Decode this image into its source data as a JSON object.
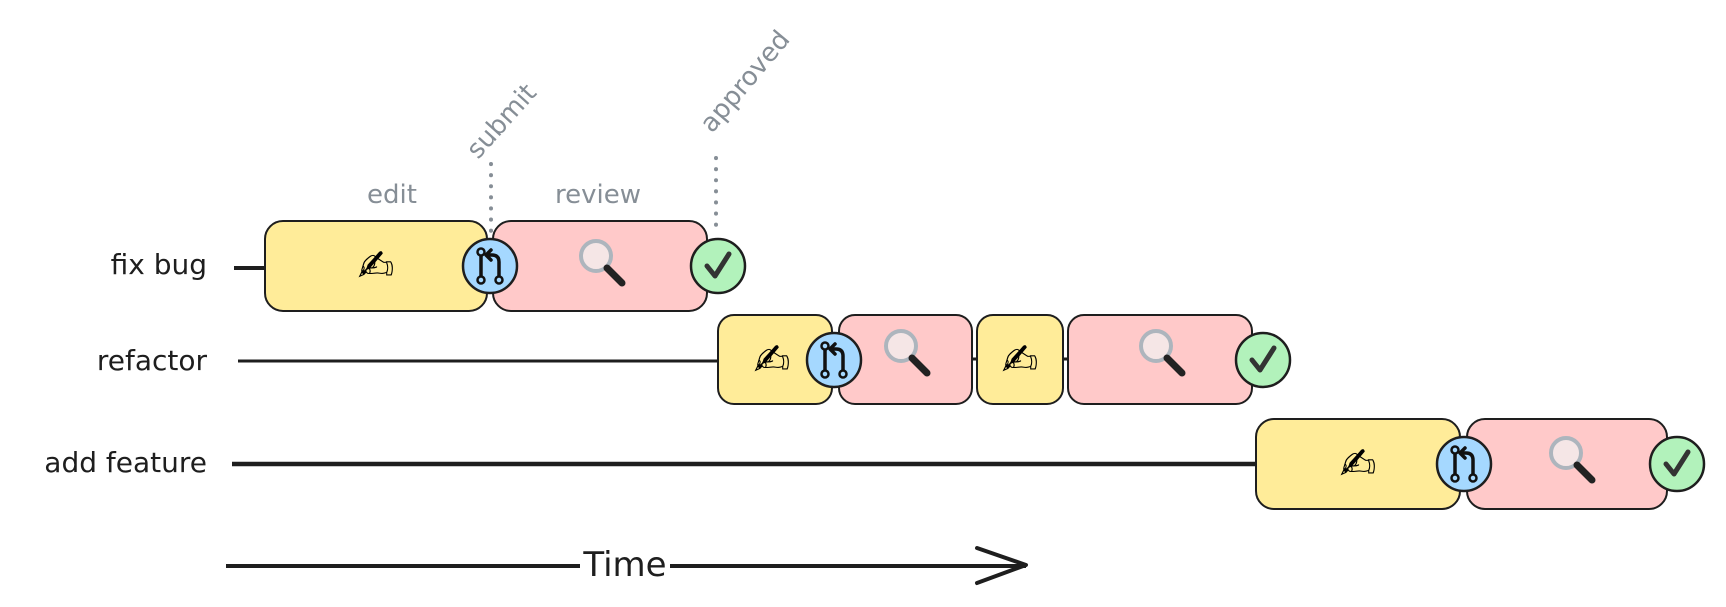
{
  "diagram": {
    "type": "timeline",
    "axis": {
      "label": "Time",
      "direction": "right"
    },
    "phase_labels": {
      "edit": "edit",
      "review": "review"
    },
    "event_labels": {
      "submit": "submit",
      "approved": "approved"
    },
    "colors": {
      "edit": "#ffec99",
      "review": "#ffc9c9",
      "submit": "#a5d8ff",
      "approved": "#b2f2bb",
      "stroke": "#1e1e1e",
      "annotation": "#868e96"
    },
    "icons": {
      "edit": "writing-hand-icon",
      "review": "magnifying-glass-icon",
      "submit": "pull-request-icon",
      "approved": "check-mark-icon"
    },
    "rows": [
      {
        "label": "fix bug",
        "segments": [
          "edit",
          "submit",
          "review",
          "approved"
        ]
      },
      {
        "label": "refactor",
        "segments": [
          "edit",
          "submit",
          "review",
          "edit",
          "review",
          "approved"
        ]
      },
      {
        "label": "add feature",
        "segments": [
          "edit",
          "submit",
          "review",
          "approved"
        ]
      }
    ]
  }
}
